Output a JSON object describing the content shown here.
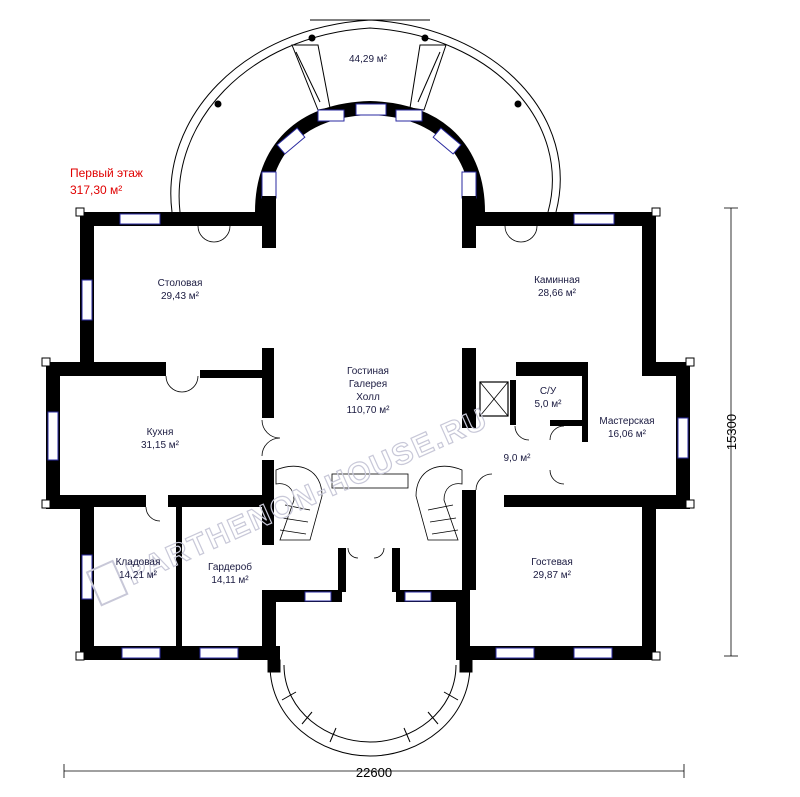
{
  "floor": {
    "title": "Первый этаж",
    "area": "317,30 м²"
  },
  "dimensions": {
    "width": "22600",
    "height": "15300"
  },
  "watermark": "PARTHENON-HOUSE.RU",
  "rooms": [
    {
      "name": "",
      "area": "44,29 м²"
    },
    {
      "name": "Столовая",
      "area": "29,43 м²"
    },
    {
      "name": "Каминная",
      "area": "28,66 м²"
    },
    {
      "name": "Гостиная\nГалерея\nХолл",
      "area": "110,70 м²"
    },
    {
      "name": "С/У",
      "area": "5,0 м²"
    },
    {
      "name": "Кухня",
      "area": "31,15 м²"
    },
    {
      "name": "Мастерская",
      "area": "16,06 м²"
    },
    {
      "name": "",
      "area": "9,0 м²"
    },
    {
      "name": "Кладовая",
      "area": "14,21 м²"
    },
    {
      "name": "Гардероб",
      "area": "14,11 м²"
    },
    {
      "name": "Гостевая",
      "area": "29,87 м²"
    }
  ]
}
